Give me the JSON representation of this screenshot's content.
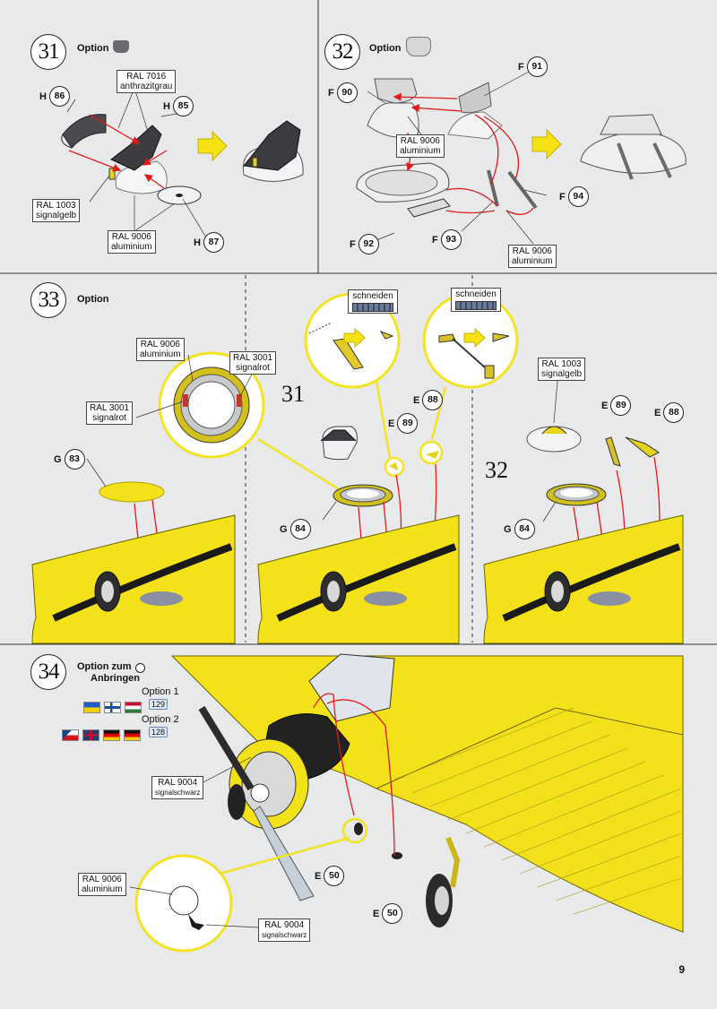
{
  "page_number": "9",
  "steps": {
    "s31": {
      "number": "31",
      "option_label": "Option",
      "ral_a": {
        "code": "RAL 7016",
        "name": "anthrazitgrau"
      },
      "ral_b": {
        "code": "RAL 1003",
        "name": "signalgelb"
      },
      "ral_c": {
        "code": "RAL 9006",
        "name": "aluminium"
      },
      "parts": [
        {
          "letter": "H",
          "num": "86"
        },
        {
          "letter": "H",
          "num": "85"
        },
        {
          "letter": "H",
          "num": "87"
        }
      ]
    },
    "s32": {
      "number": "32",
      "option_label": "Option",
      "ral_a": {
        "code": "RAL 9006",
        "name": "aluminium"
      },
      "ral_b": {
        "code": "RAL 9006",
        "name": "aluminium"
      },
      "parts": [
        {
          "letter": "F",
          "num": "90"
        },
        {
          "letter": "F",
          "num": "91"
        },
        {
          "letter": "F",
          "num": "94"
        },
        {
          "letter": "F",
          "num": "92"
        },
        {
          "letter": "F",
          "num": "93"
        }
      ]
    },
    "s33": {
      "number": "33",
      "option_label": "Option",
      "ral_a": {
        "code": "RAL 9006",
        "name": "aluminium"
      },
      "ral_b": {
        "code": "RAL 3001",
        "name": "signalrot"
      },
      "ral_c": {
        "code": "RAL 3001",
        "name": "signalrot"
      },
      "ral_d": {
        "code": "RAL 1003",
        "name": "signalgelb"
      },
      "cut_label": "schneiden",
      "ref_a": "31",
      "ref_b": "32",
      "parts": [
        {
          "letter": "G",
          "num": "83"
        },
        {
          "letter": "G",
          "num": "84"
        },
        {
          "letter": "E",
          "num": "89"
        },
        {
          "letter": "E",
          "num": "88"
        },
        {
          "letter": "G",
          "num": "84"
        },
        {
          "letter": "E",
          "num": "89"
        },
        {
          "letter": "E",
          "num": "88"
        }
      ]
    },
    "s34": {
      "number": "34",
      "option_label_1": "Option zum",
      "option_label_2": "Anbringen",
      "option1": "Option 1",
      "option2": "Option 2",
      "decal1": "129",
      "decal2": "128",
      "ral_a": {
        "code": "RAL 9004",
        "name": "signalschwarz"
      },
      "ral_b": {
        "code": "RAL 9006",
        "name": "aluminium"
      },
      "ral_c": {
        "code": "RAL 9004",
        "name": "signalschwarz"
      },
      "parts": [
        {
          "letter": "E",
          "num": "50"
        },
        {
          "letter": "E",
          "num": "50"
        }
      ]
    }
  },
  "colors": {
    "yellow": "#f3e21a",
    "highlight": "#f2e324",
    "arrow": "#e11b1b",
    "gray": "#cfd1d3"
  }
}
